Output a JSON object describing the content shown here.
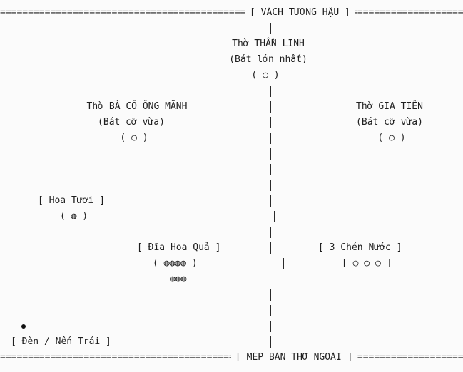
{
  "top_edge": {
    "fill": "============================================================================================================",
    "title": "[ VÁCH TƯỜNG HẬU ]"
  },
  "bottom_edge": {
    "fill": "============================================================================================================",
    "title": "[ MÉP BÀN THỜ NGOÀI ]"
  },
  "center_altar": {
    "name": "Thờ THẦN LINH",
    "bowl": "(Bát lớn nhất)",
    "symbol": "( ○ )"
  },
  "left_altar": {
    "name": "Thờ BÀ CÔ ÔNG MÃNH",
    "bowl": "(Bát cỡ vừa)",
    "symbol": "( ○ )"
  },
  "right_altar": {
    "name": "Thờ GIA TIÊN",
    "bowl": "(Bát cỡ vừa)",
    "symbol": "( ○ )"
  },
  "flowers": {
    "label": "[ Hoa Tươi ]",
    "symbol": "( ◍ )"
  },
  "fruit_plate": {
    "label": "[ Đĩa Hoa Quả ]",
    "symbol_row1": "( ◍◍◍◍ )",
    "symbol_row2": "◍◍◍"
  },
  "water_cups": {
    "label": "[ 3 Chén Nước ]",
    "symbol": "[ ○ ○ ○ ]"
  },
  "lamp": {
    "label": "[ Đèn / Nến Trái ]"
  },
  "divider_glyph": "|"
}
